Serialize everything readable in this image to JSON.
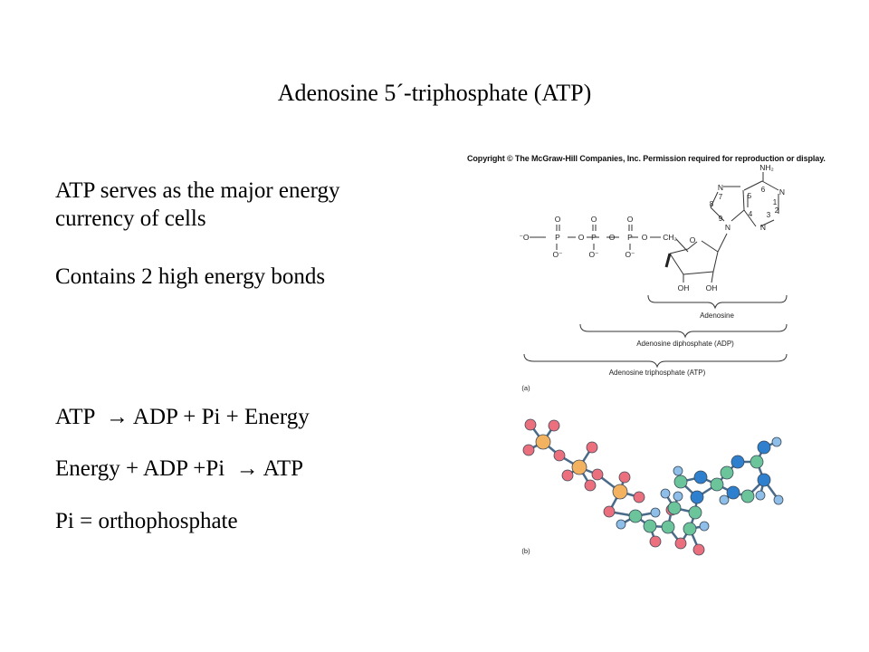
{
  "title": "Adenosine 5´-triphosphate (ATP)",
  "text": {
    "p1": "ATP serves as the major energy currency of cells",
    "p2": "Contains 2 high energy bonds",
    "eq1": "ATP  → ADP + Pi + Energy",
    "eq2": "Energy + ADP +Pi  → ATP",
    "def": "Pi = orthophosphate"
  },
  "figure": {
    "copyright": "Copyright © The McGraw-Hill Companies, Inc. Permission required for reproduction or display.",
    "atoms": {
      "o_minus": "⁻O",
      "o": "O",
      "o_bottom": "O⁻",
      "p": "P",
      "ch2": "CH₂",
      "n": "N",
      "nh2": "NH₂",
      "oh": "OH"
    },
    "ring_numbers": [
      "7",
      "8",
      "9",
      "5",
      "4",
      "6",
      "1",
      "2",
      "3"
    ],
    "bracket_labels": {
      "adenosine": "Adenosine",
      "adp": "Adenosine diphosphate (ADP)",
      "atp": "Adenosine triphosphate (ATP)"
    },
    "panel_a": "(a)",
    "panel_b": "(b)",
    "atom_colors": {
      "phosphorus": "#f3b25f",
      "oxygen": "#ec6f7e",
      "carbon": "#6cc59a",
      "nitrogen": "#2f7fcf",
      "hydrogen": "#8fbfe8"
    }
  }
}
